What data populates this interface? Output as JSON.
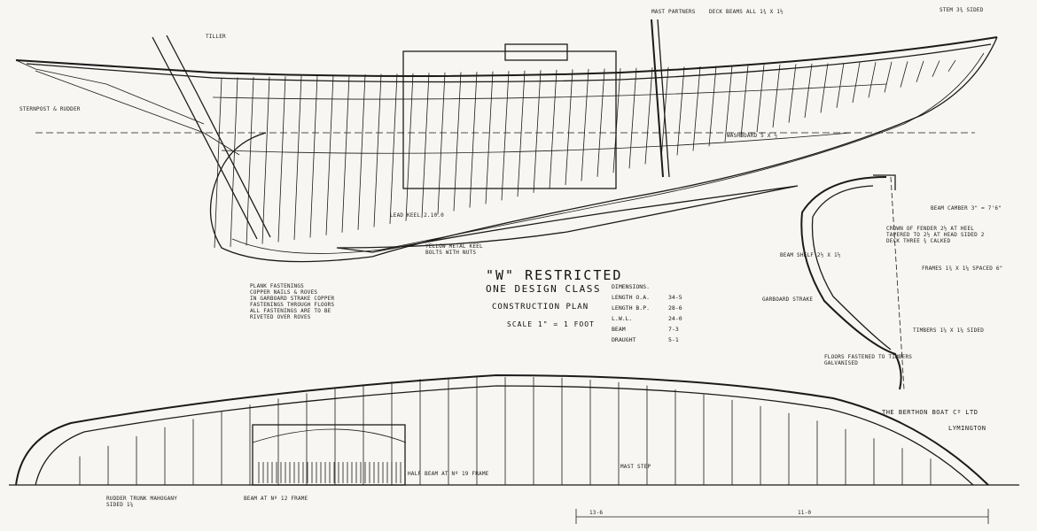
{
  "title_block": {
    "restricted": "\"W\" RESTRICTED",
    "one_design": "ONE DESIGN CLASS",
    "construction": "CONSTRUCTION PLAN",
    "scale": "SCALE 1\" = 1 FOOT"
  },
  "dimensions": {
    "heading": "DIMENSIONS.",
    "rows": [
      {
        "label": "LENGTH O.A.",
        "value": "34-5"
      },
      {
        "label": "LENGTH B.P.",
        "value": "28-6"
      },
      {
        "label": "L.W.L.",
        "value": "24-0"
      },
      {
        "label": "BEAM",
        "value": "7-3"
      },
      {
        "label": "DRAUGHT",
        "value": "5-1"
      }
    ]
  },
  "builder": {
    "name": "THE BERTHON BOAT Cº LTD",
    "place": "LYMINGTON"
  },
  "notes": {
    "fastenings": "PLANK FASTENINGS\nCOPPER NAILS & ROVES\nIN GARBOARD STRAKE COPPER\nFASTENINGS THROUGH FLOORS\nALL FASTENINGS ARE TO BE\nRIVETED OVER ROVES",
    "keel": "YELLOW METAL KEEL\nBOLTS WITH NUTS",
    "lead_keel": "LEAD KEEL 2.10.0",
    "crown": "CROWN OF FENDER 2½ AT HEEL\nTAPERED TO 2½ AT HEAD SIDED 2\nDECK THREE ¾ CALKED",
    "camber": "BEAM CAMBER 3\" = 7'6\"",
    "frames": "FRAMES 1¾ x 1¼ SPACED 6\"",
    "beam_shelf": "BEAM SHELF 2½ x 1½",
    "garboard": "GARBOARD STRAKE",
    "timbers": "TIMBERS 1⅝ x 1¼ SIDED",
    "floors": "FLOORS FASTENED TO TIMBERS\nGALVANISED",
    "mast_step": "MAST STEP",
    "wash": "WASHBOARD 5 x ½",
    "mast_partners": "MAST PARTNERS",
    "deck_beams": "DECK BEAMS ALL 1¾ x 1½",
    "beam_n12": "BEAM AT Nº 12 FRAME",
    "beam_n19": "HALF BEAM AT Nº 19 FRAME",
    "stem": "STEM 3¾ SIDED",
    "sternpost": "STERNPOST & RUDDER",
    "rudder_trunk": "RUDDER TRUNK MAHOGANY\nSIDED 1⅝",
    "tiller": "TILLER",
    "dimension_offset": "13-6",
    "dimension_offset2": "11-0"
  }
}
